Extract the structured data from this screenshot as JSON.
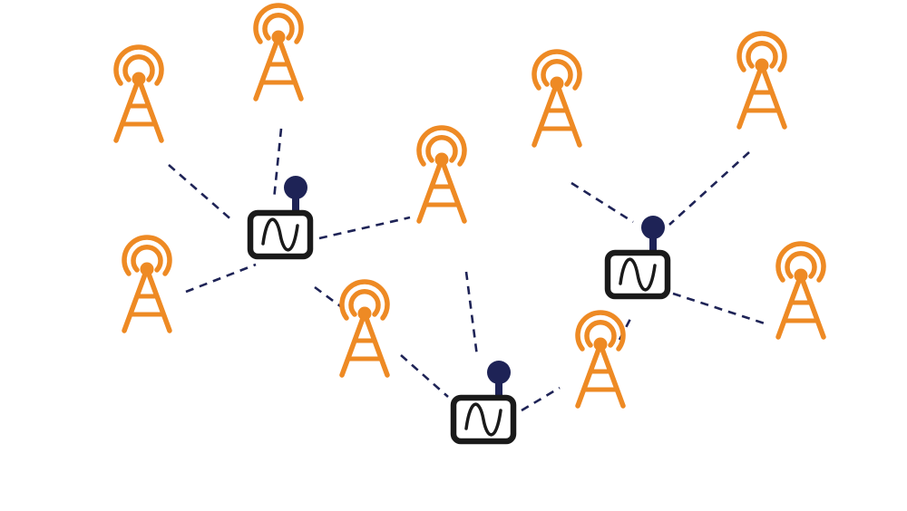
{
  "colors": {
    "tower": "#EE8A24",
    "gateway_frame": "#1A1A1A",
    "gateway_antenna": "#1E2356",
    "link": "#1E2356",
    "background": "#FFFFFF"
  },
  "icons": {
    "tower": "radio-tower-icon",
    "gateway": "gateway-device-icon",
    "signal": "sine-wave-icon"
  },
  "nodes": {
    "towers": [
      "t1",
      "t2",
      "t3",
      "t4",
      "t5",
      "t6",
      "t7",
      "t8",
      "t9"
    ],
    "gateways": [
      "g1",
      "g2",
      "g3"
    ]
  },
  "links": [
    [
      "t1",
      "g1"
    ],
    [
      "t2",
      "g1"
    ],
    [
      "t3",
      "g1"
    ],
    [
      "t4",
      "g1"
    ],
    [
      "t5",
      "g1"
    ],
    [
      "t4",
      "g2"
    ],
    [
      "t4",
      "g3"
    ],
    [
      "t5",
      "g3"
    ],
    [
      "t6",
      "g3"
    ],
    [
      "t7",
      "g2"
    ],
    [
      "t8",
      "g2"
    ],
    [
      "t9",
      "g2"
    ]
  ]
}
